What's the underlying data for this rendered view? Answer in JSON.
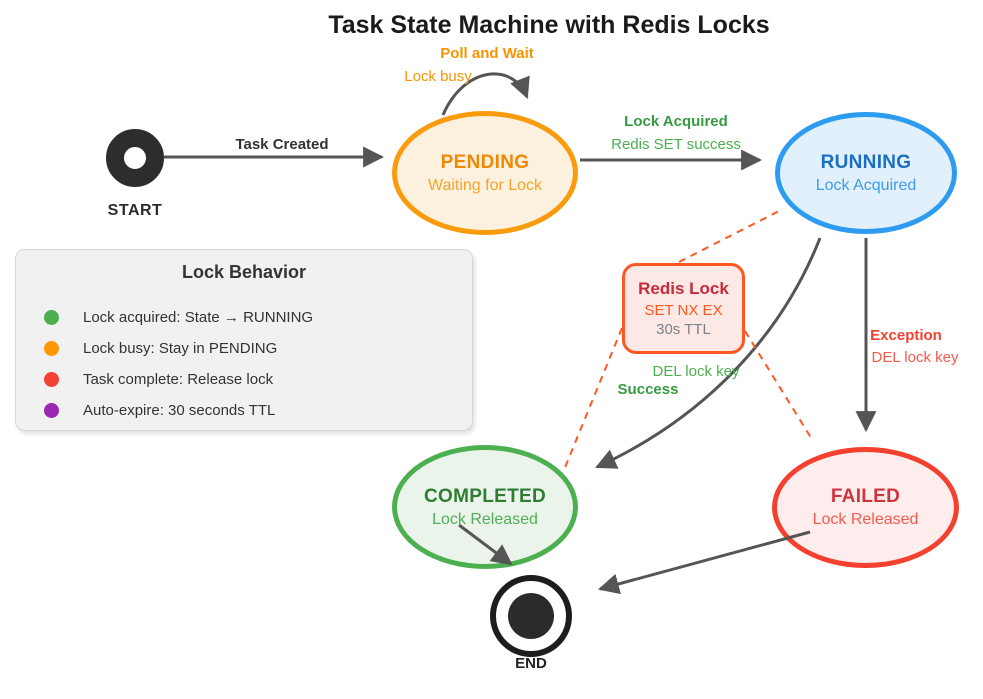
{
  "title": "Task State Machine with Redis Locks",
  "nodes": {
    "start": {
      "label": "START"
    },
    "end": {
      "label": "END"
    },
    "pending": {
      "name": "PENDING",
      "subtitle": "Waiting for Lock"
    },
    "running": {
      "name": "RUNNING",
      "subtitle": "Lock Acquired"
    },
    "completed": {
      "name": "COMPLETED",
      "subtitle": "Lock Released"
    },
    "failed": {
      "name": "FAILED",
      "subtitle": "Lock Released"
    },
    "redis_lock": {
      "title": "Redis Lock",
      "line1": "SET NX EX",
      "line2": "30s TTL"
    }
  },
  "edges": {
    "task_created": {
      "label": "Task Created"
    },
    "poll_and_wait": {
      "label": "Poll and Wait",
      "sublabel": "Lock busy"
    },
    "lock_acquired": {
      "label": "Lock Acquired",
      "sublabel": "Redis SET success"
    },
    "success": {
      "label": "Success",
      "sublabel": "DEL lock key"
    },
    "exception": {
      "label": "Exception",
      "sublabel": "DEL lock key"
    }
  },
  "legend": {
    "title": "Lock Behavior",
    "items": [
      {
        "color": "#4CAF50",
        "text": "Lock acquired: State → RUNNING"
      },
      {
        "color": "#FF9800",
        "text": "Lock busy: Stay in PENDING"
      },
      {
        "color": "#F44336",
        "text": "Task complete: Release lock"
      },
      {
        "color": "#9C27B0",
        "text": "Auto-expire: 30 seconds TTL"
      }
    ]
  },
  "colors": {
    "pending_border": "#F99B0C",
    "running_border": "#2D9CF0",
    "completed_border": "#4CAF50",
    "failed_border": "#F4402F",
    "redis_border": "#FF5722",
    "arrow": "#555555",
    "dashed_link": "#FF5722"
  }
}
